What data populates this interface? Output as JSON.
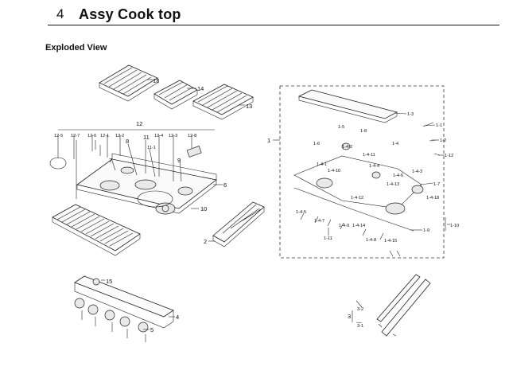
{
  "header": {
    "section_number": "4",
    "title": "Assy Cook top"
  },
  "subtitle": "Exploded View",
  "callouts": {
    "c13a": "13",
    "c14": "14",
    "c13b": "13",
    "c12": "12",
    "c12_5": "12-5",
    "c12_7": "12-7",
    "c12_6": "12-6",
    "c12_1": "12-1",
    "c12_2": "12-2",
    "c12_4": "12-4",
    "c12_3": "12-3",
    "c12_8": "12-8",
    "c7": "7",
    "c8": "8",
    "c11": "11",
    "c11_1": "11-1",
    "c9": "9",
    "c6": "6",
    "c10": "10",
    "c2": "2",
    "c15": "15",
    "c4": "4",
    "c5": "5",
    "c1": "1",
    "c1_3": "1-3",
    "c1_1": "1-1",
    "c1_2": "1-2",
    "c1_12": "1-12",
    "c1_5": "1-5",
    "c1_8": "1-8",
    "c1_6": "1-6",
    "c1_4": "1-4",
    "c1_4_2": "1-4-2",
    "c1_4_1": "1-4-1",
    "c1_4_10": "1-4-10",
    "c1_4_11": "1-4-11",
    "c1_4_4": "1-4-4",
    "c1_4_3": "1-4-3",
    "c1_4_6": "1-4-6",
    "c1_4_13": "1-4-13",
    "c1_4_12": "1-4-12",
    "c1_4_18": "1-4-18",
    "c1_7": "1-7",
    "c1_4_5": "1-4-5",
    "c1_4_7": "1-4-7",
    "c1_4_9": "1-4-9",
    "c1_4_14": "1-4-14",
    "c1_4_8": "1-4-8",
    "c1_4_15": "1-4-15",
    "c1_9": "1-9",
    "c1_10": "1-10",
    "c1_11": "1-11",
    "c3": "3",
    "c3_2": "3-2",
    "c3_1": "3-1"
  }
}
